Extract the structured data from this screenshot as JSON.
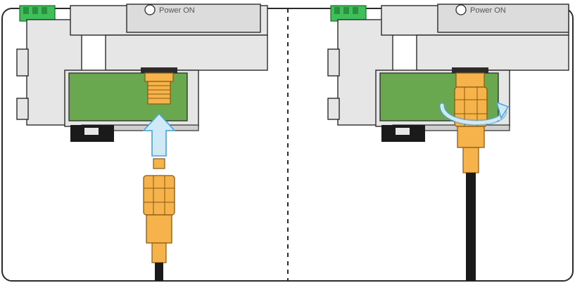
{
  "panels": [
    {
      "id": "before",
      "power_label": "Power ON",
      "step": "insert connector"
    },
    {
      "id": "after",
      "power_label": "Power ON",
      "step": "tighten connector"
    }
  ],
  "colors": {
    "frame": "#2b2b2b",
    "housing": "#e6e6e6",
    "housing_dark": "#cfcfcf",
    "pcb": "#6aa84f",
    "connector": "#f6b24b",
    "connector_dark": "#d08a1e",
    "cable": "#1a1a1a",
    "arrow": "#cfe9f7",
    "arrow_stroke": "#4aa3d8",
    "terminal": "#3fbf5a"
  },
  "icons": {
    "insert_arrow": "up-arrow-icon",
    "tighten_arrow": "rotate-arrow-icon"
  }
}
